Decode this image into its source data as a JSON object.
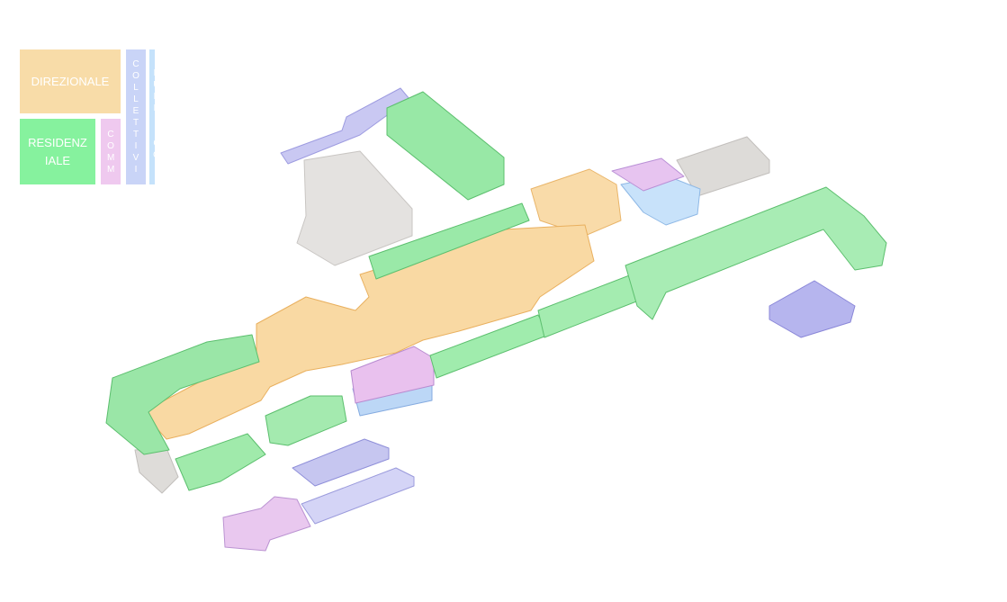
{
  "legend": {
    "direzionale": {
      "label": "DIREZIONALE",
      "color": "#f8dca8"
    },
    "residenziale": {
      "label": "RESIDENZ IALE",
      "color": "#86f29e"
    },
    "comm": {
      "label": "COMM",
      "color": "#efc9ef"
    },
    "collettivi": {
      "label": "COLLETTIVI",
      "color": "#c9d4f7"
    },
    "pubblico": {
      "label": "PUBBLICO",
      "color": "#c5e2fb"
    }
  }
}
